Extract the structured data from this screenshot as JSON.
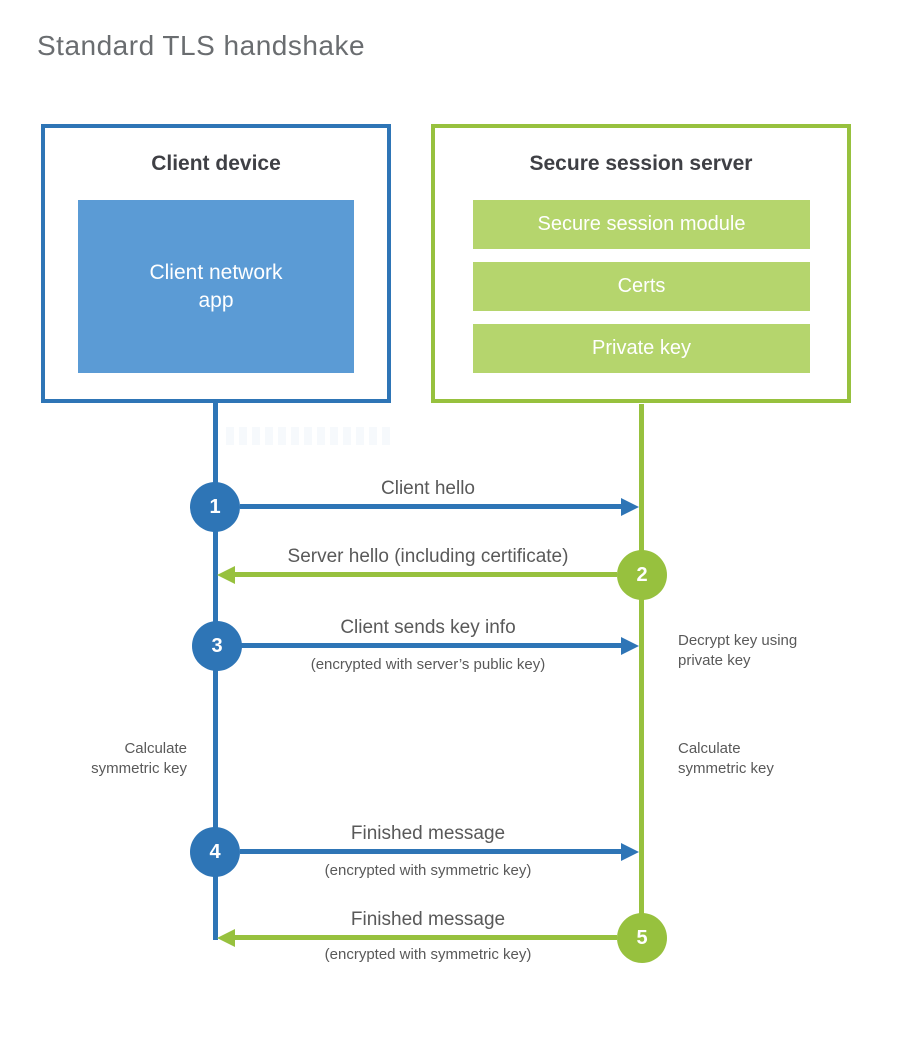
{
  "title": "Standard TLS handshake",
  "colors": {
    "blue": "#2e75b6",
    "blue_fill": "#5b9bd5",
    "green": "#97c13e",
    "green_fill": "#b5d56d",
    "label_text": "#595959",
    "heading_text": "#3f4045"
  },
  "client_box": {
    "title": "Client device",
    "app_label": "Client network\napp"
  },
  "server_box": {
    "title": "Secure session server",
    "modules": [
      "Secure session module",
      "Certs",
      "Private key"
    ]
  },
  "steps": [
    {
      "num": "1",
      "label": "Client hello",
      "sublabel": "",
      "from": "client",
      "to": "server"
    },
    {
      "num": "2",
      "label": "Server hello (including certificate)",
      "sublabel": "",
      "from": "server",
      "to": "client"
    },
    {
      "num": "3",
      "label": "Client sends key info",
      "sublabel": "(encrypted with server’s public key)",
      "from": "client",
      "to": "server"
    },
    {
      "num": "4",
      "label": "Finished message",
      "sublabel": "(encrypted with symmetric key)",
      "from": "client",
      "to": "server"
    },
    {
      "num": "5",
      "label": "Finished message",
      "sublabel": "(encrypted with symmetric key)",
      "from": "server",
      "to": "client"
    }
  ],
  "notes": {
    "decrypt_key": "Decrypt key using\nprivate key",
    "calculate_left": "Calculate\nsymmetric key",
    "calculate_right": "Calculate\nsymmetric key"
  }
}
